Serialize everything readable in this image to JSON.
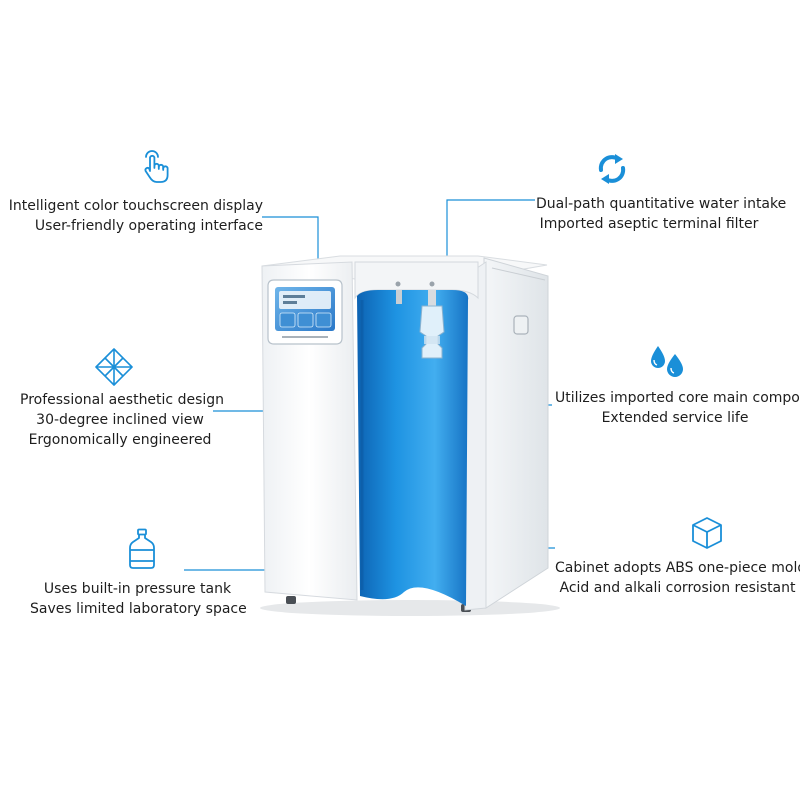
{
  "theme": {
    "accent": "#1a8fd8",
    "text": "#1e1e1e",
    "background": "#ffffff"
  },
  "features": [
    {
      "icon": "touch-hand-icon",
      "lines": [
        "Intelligent color touchscreen display",
        "User-friendly operating interface"
      ]
    },
    {
      "icon": "refresh-arrows-icon",
      "lines": [
        "Dual-path quantitative water intake",
        "Imported aseptic terminal filter"
      ]
    },
    {
      "icon": "diamond-icon",
      "lines": [
        "Professional aesthetic design",
        "30-degree inclined view",
        "Ergonomically engineered"
      ]
    },
    {
      "icon": "water-drops-icon",
      "lines": [
        "Utilizes imported core main components",
        "Extended service life"
      ]
    },
    {
      "icon": "pressure-tank-icon",
      "lines": [
        "Uses built-in pressure tank",
        "Saves limited laboratory space"
      ]
    },
    {
      "icon": "cube-icon",
      "lines": [
        "Cabinet adopts ABS one-piece molding",
        "Acid and alkali corrosion resistant"
      ]
    }
  ]
}
